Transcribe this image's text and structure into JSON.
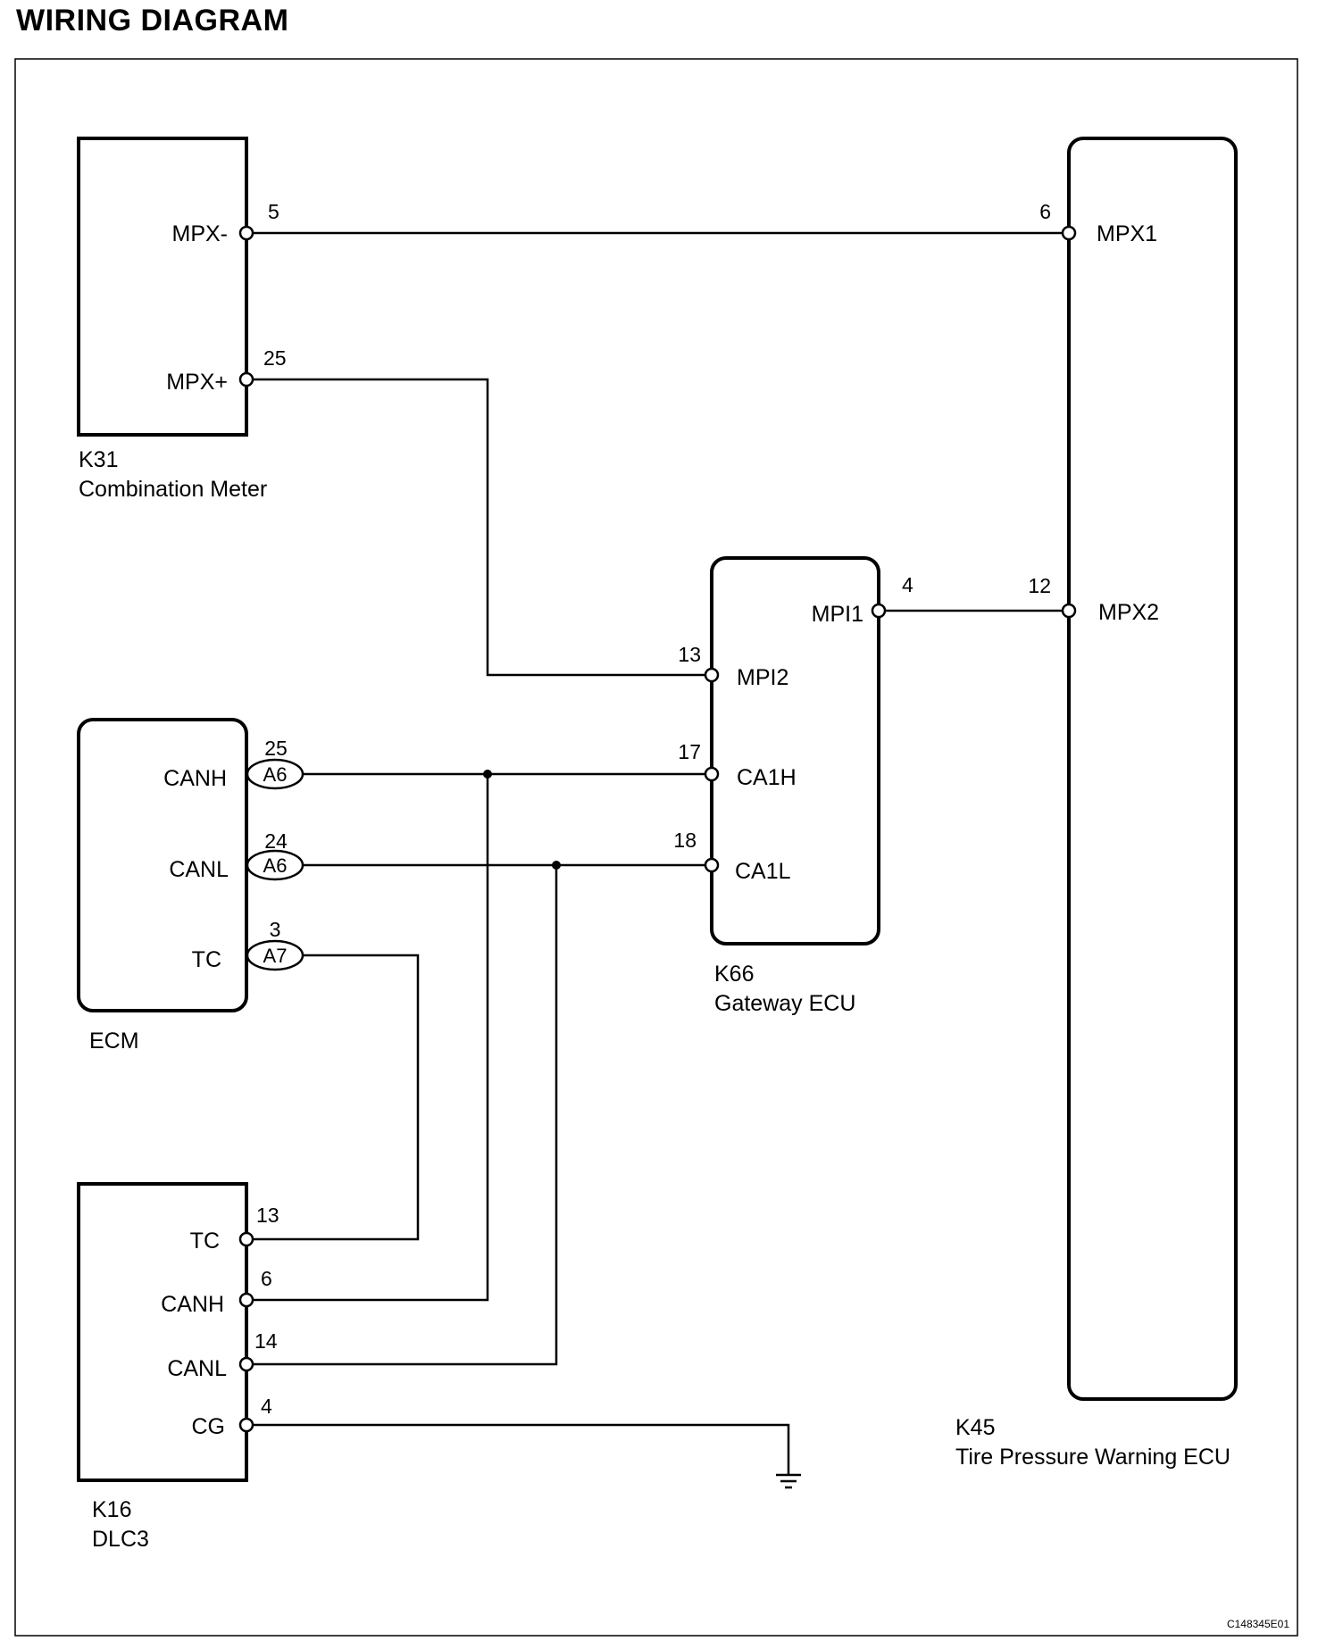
{
  "header": {
    "title": "WIRING DIAGRAM"
  },
  "footer": {
    "figure_code": "C148345E01"
  },
  "components": {
    "k31": {
      "code": "K31",
      "name": "Combination Meter",
      "pins": [
        {
          "label": "MPX-",
          "number": "5"
        },
        {
          "label": "MPX+",
          "number": "25"
        }
      ]
    },
    "k45": {
      "code": "K45",
      "name": "Tire Pressure Warning ECU",
      "pins": [
        {
          "label": "MPX1",
          "number": "6"
        },
        {
          "label": "MPX2",
          "number": "12"
        }
      ]
    },
    "k66": {
      "code": "K66",
      "name": "Gateway ECU",
      "pins": [
        {
          "label": "MPI1",
          "number": "4"
        },
        {
          "label": "MPI2",
          "number": "13"
        },
        {
          "label": "CA1H",
          "number": "17"
        },
        {
          "label": "CA1L",
          "number": "18"
        }
      ]
    },
    "ecm": {
      "name": "ECM",
      "pins": [
        {
          "label": "CANH",
          "number": "25",
          "connector": "A6"
        },
        {
          "label": "CANL",
          "number": "24",
          "connector": "A6"
        },
        {
          "label": "TC",
          "number": "3",
          "connector": "A7"
        }
      ]
    },
    "k16": {
      "code": "K16",
      "name": "DLC3",
      "pins": [
        {
          "label": "TC",
          "number": "13"
        },
        {
          "label": "CANH",
          "number": "6"
        },
        {
          "label": "CANL",
          "number": "14"
        },
        {
          "label": "CG",
          "number": "4"
        }
      ]
    }
  }
}
